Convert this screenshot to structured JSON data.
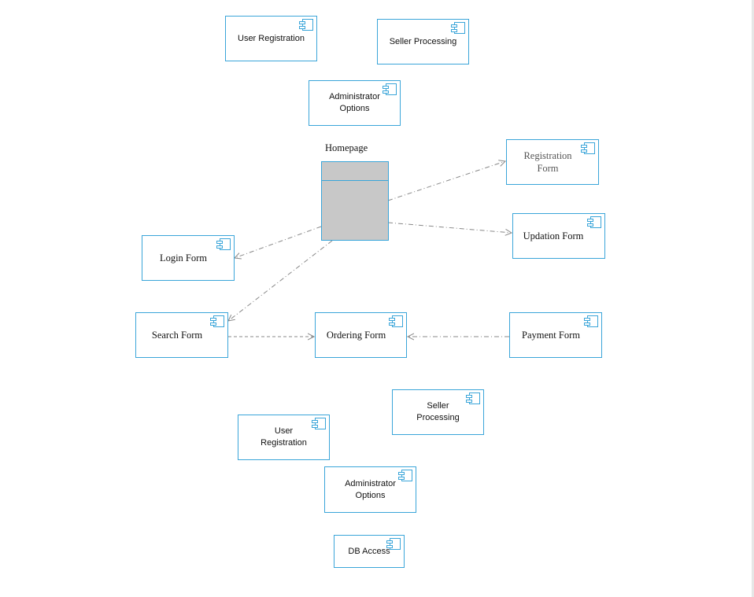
{
  "diagram": {
    "homepage": {
      "label": "Homepage"
    },
    "components": {
      "user_registration_top": "User Registration",
      "seller_processing_top": "Seller Processing",
      "administrator_options_top": "Administrator\nOptions",
      "registration_form": "Registration\nForm",
      "updation_form": "Updation Form",
      "login_form": "Login Form",
      "search_form": "Search Form",
      "ordering_form": "Ordering Form",
      "payment_form": "Payment Form",
      "seller_processing_bottom": "Seller\nProcessing",
      "user_registration_bottom": "User\nRegistration",
      "administrator_options_bottom": "Administrator\nOptions",
      "db_access": "DB Access"
    },
    "colors": {
      "border": "#3aa5d9",
      "arrow": "#888888",
      "class_fill": "#c8c8c8"
    },
    "component_icon": "uml-component-icon",
    "connectors": [
      {
        "from": "homepage",
        "to": "registration_form",
        "style": "dash-dot"
      },
      {
        "from": "homepage",
        "to": "updation_form",
        "style": "dash-dot"
      },
      {
        "from": "homepage",
        "to": "login_form",
        "style": "dash-dot"
      },
      {
        "from": "homepage",
        "to": "search_form",
        "style": "dash-dot"
      },
      {
        "from": "search_form",
        "to": "ordering_form",
        "style": "dashed"
      },
      {
        "from": "payment_form",
        "to": "ordering_form",
        "style": "dash-dot"
      }
    ]
  }
}
